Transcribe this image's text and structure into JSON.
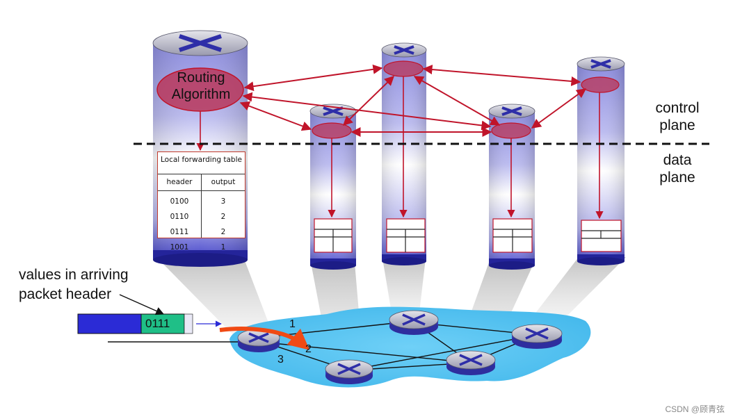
{
  "labels": {
    "control_plane": [
      "control",
      "plane"
    ],
    "data_plane": [
      "data",
      "plane"
    ],
    "arriving_header": [
      "values in arriving",
      "packet header"
    ],
    "routing_algorithm": [
      "Routing",
      "Algorithm"
    ],
    "credit": "CSDN @顾青弦"
  },
  "forwarding_table": {
    "title": "Local forwarding table",
    "headers": [
      "header",
      "output"
    ],
    "rows": [
      [
        "0100",
        "3"
      ],
      [
        "0110",
        "2"
      ],
      [
        "0111",
        "2"
      ],
      [
        "1001",
        "1"
      ]
    ]
  },
  "packet": {
    "bits": "0111"
  },
  "ports": [
    "1",
    "2",
    "3"
  ],
  "colors": {
    "control_arrow": "#c0142a",
    "router_blue": "#3a3ab8",
    "network_cloud": "#4ec3f0",
    "packet_body": "#2b2bd6",
    "packet_field": "#1fbf87"
  }
}
